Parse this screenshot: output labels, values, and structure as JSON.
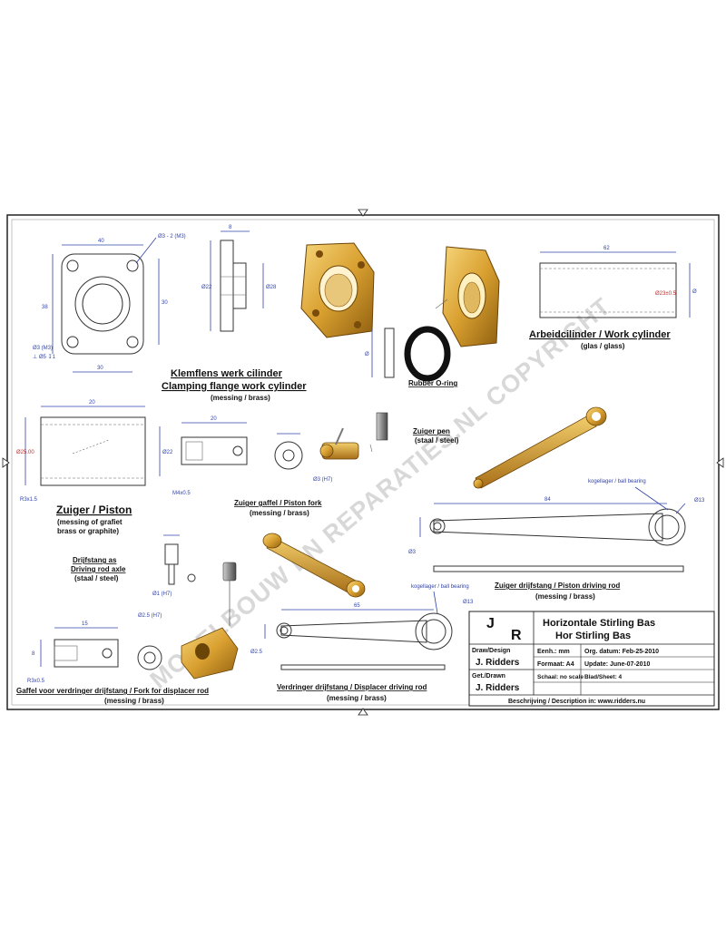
{
  "parts": {
    "clamping_flange": {
      "title_nl": "Klemflens werk cilinder",
      "title_en": "Clamping flange work cylinder",
      "material": "(messing / brass)"
    },
    "rubber_ring": {
      "label": "Rubber O-ring"
    },
    "work_cylinder": {
      "title": "Arbeidcilinder / Work cylinder",
      "material": "(glas / glass)"
    },
    "piston": {
      "title": "Zuiger / Piston",
      "material_line1": "(messing of grafiet",
      "material_line2": "brass or graphite)"
    },
    "piston_pin": {
      "title": "Zuiger pen",
      "material": "(staal / steel)"
    },
    "piston_fork": {
      "title": "Zuiger gaffel / Piston fork",
      "material": "(messing / brass)"
    },
    "piston_rod": {
      "title": "Zuiger drijfstang / Piston driving rod",
      "material": "(messing / brass)",
      "bearing_note": "kogellager / ball bearing"
    },
    "driving_rod_axle": {
      "title_nl": "Drijfstang as",
      "title_en": "Driving rod axle",
      "material": "(staal / steel)"
    },
    "displacer_fork": {
      "title": "Gaffel voor verdringer drijfstang / Fork for displacer rod",
      "material": "(messing / brass)"
    },
    "displacer_rod": {
      "title": "Verdringer drijfstang / Displacer driving rod",
      "material": "(messing / brass)",
      "bearing_note": "kogellager / ball bearing"
    }
  },
  "title_block": {
    "logo_letters": [
      "J",
      "R"
    ],
    "title_line1": "Horizontale Stirling Bas",
    "title_line2": "Hor Stirling Bas",
    "drawn_label": "Draw/Design",
    "drawn_name": "J. Ridders",
    "drawer_label": "Get./Drawn",
    "drawer_name": "J. Ridders",
    "units": "Eenh.: mm",
    "format": "Formaat: A4",
    "scale": "Schaal: no scale",
    "orig_date": "Org. datum: Feb-25-2010",
    "update": "Update: June-07-2010",
    "sheet": "Blad/Sheet: 4",
    "description": "Beschrijving / Description in: www.ridders.nu"
  },
  "watermark": "MODELBOUW EN REPARATIES.NL COPYRIGHT",
  "colors": {
    "brass_light": "#f0c760",
    "brass_mid": "#d9a030",
    "brass_dark": "#8f5f10",
    "dimension_blue": "#3344aa",
    "outline": "#333333"
  }
}
